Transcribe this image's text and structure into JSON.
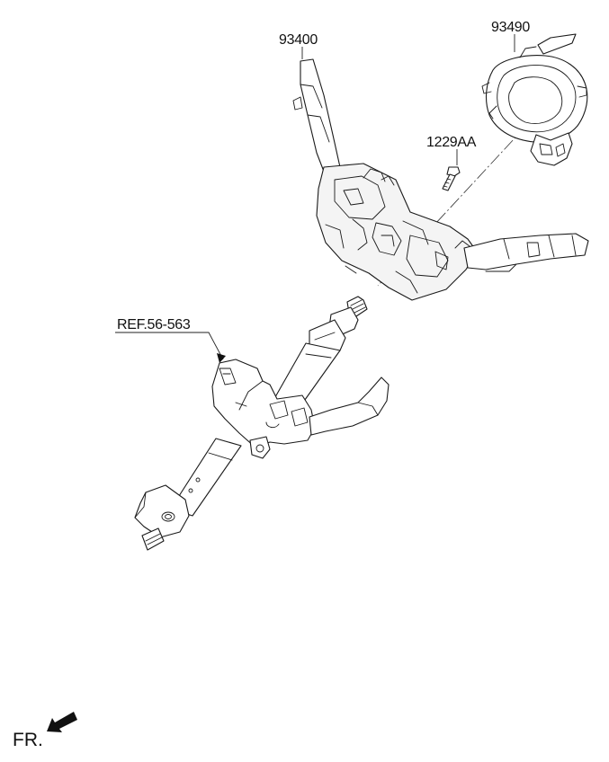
{
  "labels": {
    "switch_assy": "93400",
    "clock_spring": "93490",
    "screw": "1229AA",
    "column_ref": "REF.56-563"
  },
  "orientation": {
    "front_label": "FR."
  }
}
